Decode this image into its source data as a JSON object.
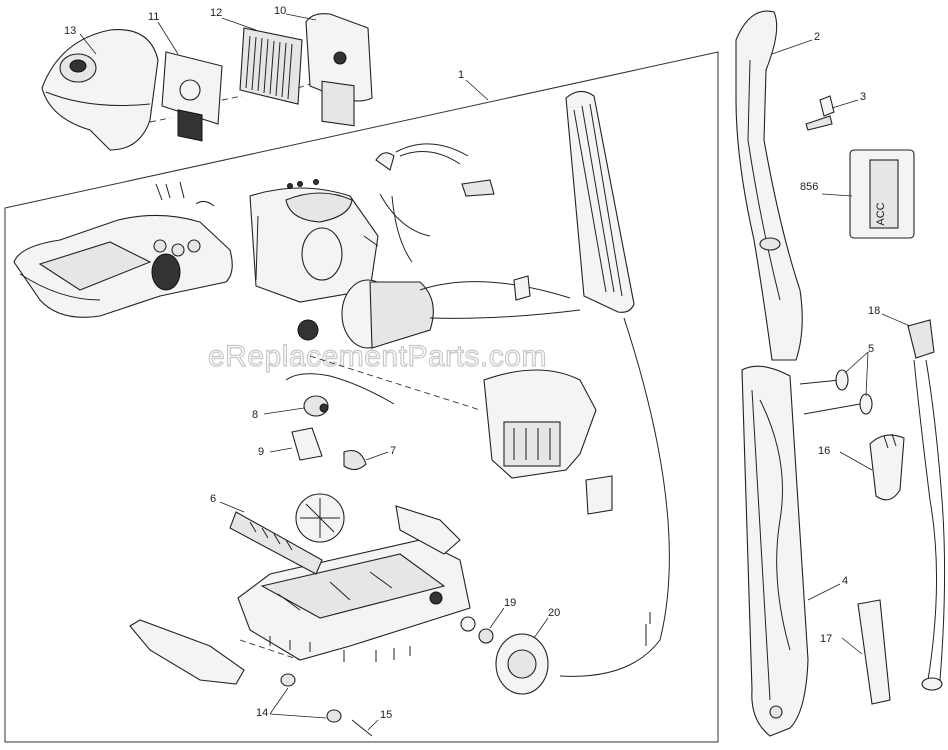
{
  "watermark": "eReplacementParts.com",
  "callouts": {
    "c1": "1",
    "c2": "2",
    "c3": "3",
    "c4": "4",
    "c5": "5",
    "c6": "6",
    "c7": "7",
    "c8": "8",
    "c9": "9",
    "c10": "10",
    "c11": "11",
    "c12": "12",
    "c13": "13",
    "c14": "14",
    "c15": "15",
    "c16": "16",
    "c17": "17",
    "c18": "18",
    "c19": "19",
    "c20": "20",
    "c856": "856"
  },
  "switch_plate_text": "ACC"
}
